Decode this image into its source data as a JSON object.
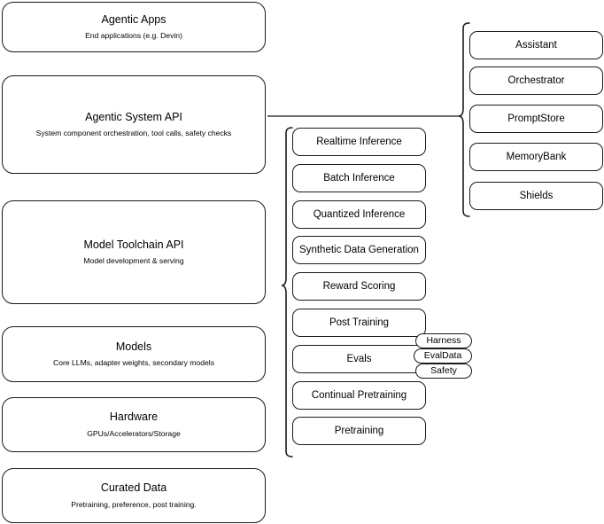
{
  "diagram": {
    "title": "AI stack layered architecture",
    "stroke_color": "#1a1a1a",
    "background_color": "#ffffff"
  },
  "layers": [
    {
      "name": "agentic-apps",
      "title": "Agentic Apps",
      "subtitle": "End applications (e.g. Devin)"
    },
    {
      "name": "agentic-system-api",
      "title": "Agentic System API",
      "subtitle": "System component orchestration, tool calls, safety checks"
    },
    {
      "name": "model-toolchain-api",
      "title": "Model Toolchain API",
      "subtitle": "Model development & serving"
    },
    {
      "name": "models",
      "title": "Models",
      "subtitle": "Core LLMs, adapter weights, secondary models"
    },
    {
      "name": "hardware",
      "title": "Hardware",
      "subtitle": "GPUs/Accelerators/Storage"
    },
    {
      "name": "curated-data",
      "title": "Curated Data",
      "subtitle": "Pretraining, preference, post training."
    }
  ],
  "toolchain_components": [
    {
      "label": "Realtime Inference"
    },
    {
      "label": "Batch Inference"
    },
    {
      "label": "Quantized Inference"
    },
    {
      "label": "Synthetic Data Generation"
    },
    {
      "label": "Reward Scoring"
    },
    {
      "label": "Post Training"
    },
    {
      "label": "Evals"
    },
    {
      "label": "Continual Pretraining"
    },
    {
      "label": "Pretraining"
    }
  ],
  "system_components": [
    {
      "label": "Assistant"
    },
    {
      "label": "Orchestrator"
    },
    {
      "label": "PromptStore"
    },
    {
      "label": "MemoryBank"
    },
    {
      "label": "Shields"
    }
  ],
  "evals_tags": [
    {
      "label": "Harness"
    },
    {
      "label": "EvalData"
    },
    {
      "label": "Safety"
    }
  ]
}
